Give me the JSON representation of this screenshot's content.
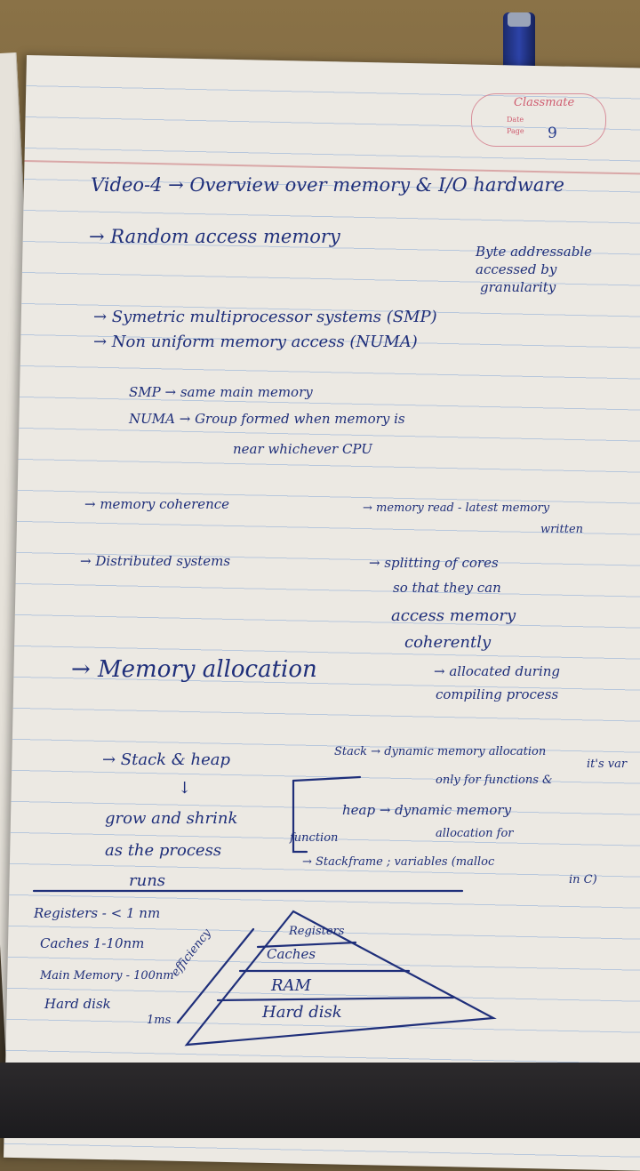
{
  "notebook": {
    "brand": "Classmate",
    "date_label": "Date",
    "page_label": "Page",
    "page_number": "9"
  },
  "notes": {
    "title": "Video-4 → Overview over memory & I/O hardware",
    "ram": "→ Random access memory",
    "ram_note_1": "Byte addressable",
    "ram_note_2": "accessed by",
    "ram_note_3": "granularity",
    "smp_line": "→ Symetric multiprocessor systems (SMP)",
    "numa_line": "→ Non uniform memory access (NUMA)",
    "smp_def": "SMP → same main memory",
    "numa_def_1": "NUMA → Group formed when memory is",
    "numa_def_2": "near whichever CPU",
    "coherence": "→ memory coherence",
    "coherence_def_1": "→ memory read - latest memory",
    "coherence_def_2": "written",
    "distributed": "→ Distributed systems",
    "distributed_def_1": "→ splitting of cores",
    "distributed_def_2": "so that they can",
    "distributed_def_3": "access memory",
    "distributed_def_4": "coherently",
    "alloc": "→ Memory allocation",
    "alloc_def_1": "→ allocated during",
    "alloc_def_2": "compiling process",
    "stack_heap": "→ Stack & heap",
    "down_arrow": "↓",
    "grow_1": "grow and shrink",
    "grow_2": "as the process",
    "grow_3": "runs",
    "stack_def_1": "Stack → dynamic memory allocation",
    "stack_def_2": "it's var",
    "stack_def_3": "only for functions &",
    "heap_def_1": "heap → dynamic memory",
    "heap_def_2": "allocation for",
    "function_label": "function",
    "stackframe": "→ Stackframe ; variables (malloc",
    "stackframe_2": "in C)",
    "hier_1": "Registers - < 1 nm",
    "hier_2": "Caches   1-10nm",
    "hier_3": "Main Memory - 100nm",
    "hier_4": "Hard disk",
    "hier_ms": "1ms",
    "efficiency": "efficiency",
    "pyr_registers": "Registers",
    "pyr_caches": "Caches",
    "pyr_ram": "RAM",
    "pyr_disk": "Hard disk"
  }
}
